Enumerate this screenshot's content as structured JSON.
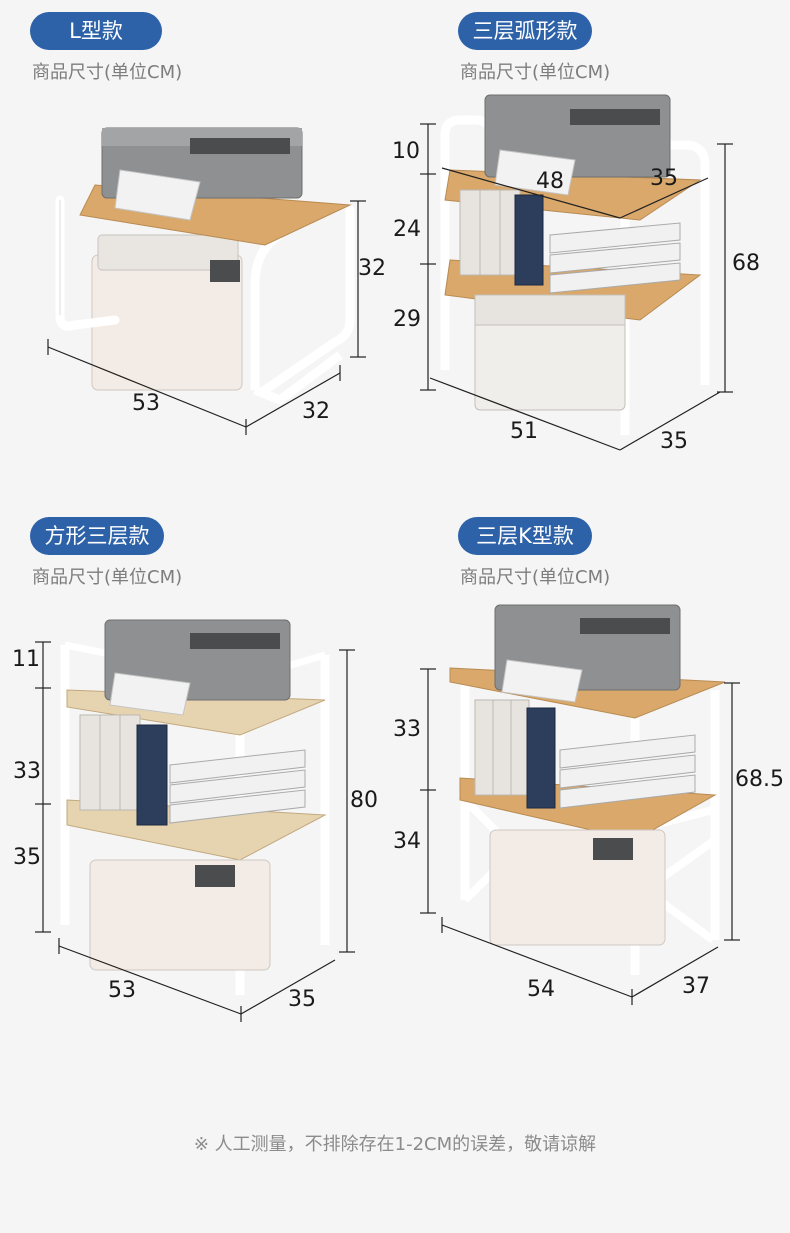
{
  "subtitle": "商品尺寸(单位CM)",
  "footnote": "※ 人工测量，不排除存在1-2CM的误差，敬请谅解",
  "products": [
    {
      "badge": "L型款",
      "dims": {
        "width": "53",
        "depth": "32",
        "height": "32"
      }
    },
    {
      "badge": "三层弧形款",
      "dims": {
        "top_tier": "10",
        "mid_tier": "24",
        "bottom_tier": "29",
        "total_height": "68",
        "shelf_width": "48",
        "shelf_depth": "35",
        "width": "51",
        "depth": "35"
      }
    },
    {
      "badge": "方形三层款",
      "dims": {
        "top_tier": "11",
        "mid_tier": "33",
        "bottom_tier": "35",
        "total_height": "80",
        "width": "53",
        "depth": "35"
      }
    },
    {
      "badge": "三层K型款",
      "dims": {
        "upper_tier": "33",
        "lower_tier": "34",
        "total_height": "68.5",
        "width": "54",
        "depth": "37"
      }
    }
  ],
  "colors": {
    "badge_bg": "#2d62a8",
    "wood": "#d9a86a",
    "frame": "#ffffff",
    "printer_body": "#8e9091",
    "printer_dark": "#4a4c4e"
  },
  "icons": [
    "printer-icon",
    "laser-printer-icon",
    "binder-icon",
    "tray-icon"
  ]
}
